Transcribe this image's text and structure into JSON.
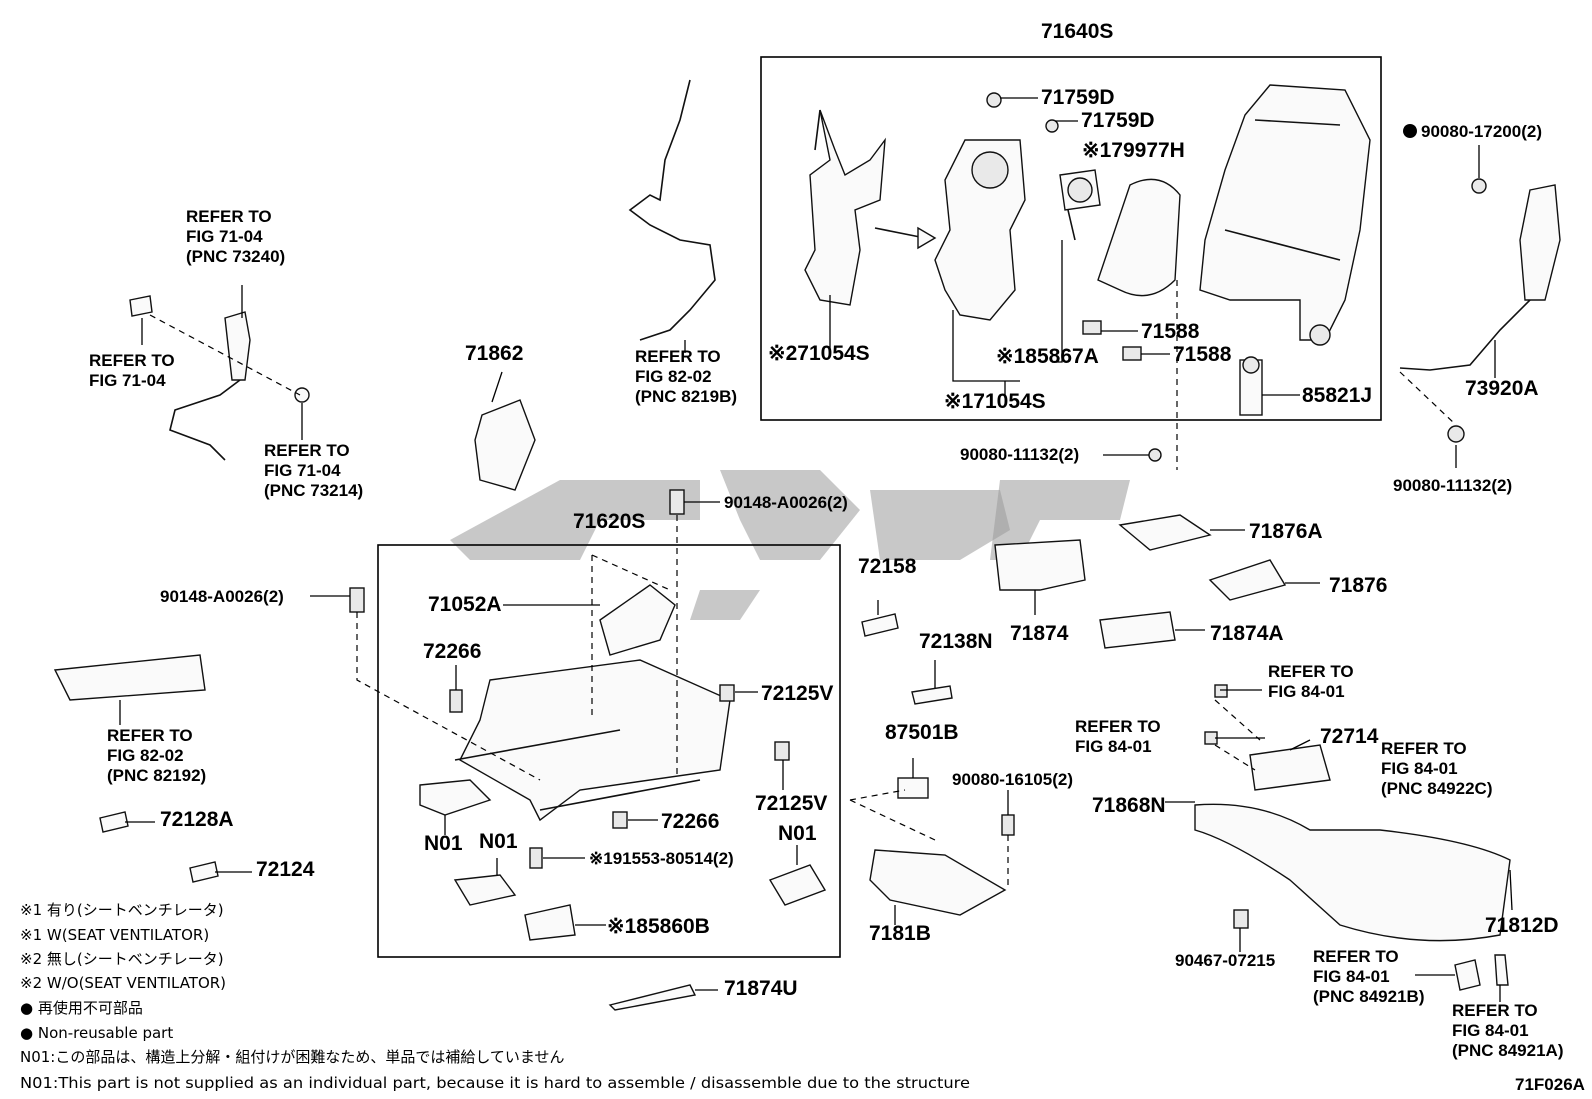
{
  "diagram_code": "71F026A",
  "parts": {
    "p71640S": "71640S",
    "p71759D_a": "71759D",
    "p71759D_b": "71759D",
    "p79977H": "※179977H",
    "p71054S_2": "※271054S",
    "p85867A": "※185867A",
    "p71054S_1": "※171054S",
    "p71588_a": "71588",
    "p71588_b": "71588",
    "p85821J": "85821J",
    "p90080_17200": "90080-17200(2)",
    "p73920A": "73920A",
    "p90080_11132_a": "90080-11132(2)",
    "p90080_11132_b": "90080-11132(2)",
    "p71862": "71862",
    "p71620S": "71620S",
    "p90148_a": "90148-A0026(2)",
    "p90148_b": "90148-A0026(2)",
    "p71052A": "71052A",
    "p72266_a": "72266",
    "p72266_b": "72266",
    "p72125V_a": "72125V",
    "p72125V_b": "72125V",
    "p N01_a": "N01",
    "pN01_a": "N01",
    "pN01_b": "N01",
    "pN01_c": "N01",
    "p91553": "※191553-80514(2)",
    "p85860B": "※185860B",
    "p72158": "72158",
    "p72138N": "72138N",
    "p87501B": "87501B",
    "p90080_16105": "90080-16105(2)",
    "p7181B": "7181B",
    "p71874": "71874",
    "p71874A": "71874A",
    "p71876A": "71876A",
    "p71876": "71876",
    "p72714": "72714",
    "p71868N": "71868N",
    "p71812D": "71812D",
    "p90467": "90467-07215",
    "p72128A": "72128A",
    "p72124": "72124",
    "p71874U": "71874U"
  },
  "refs": {
    "r73240": [
      "REFER TO",
      "FIG 71-04",
      "(PNC 73240)"
    ],
    "r7104": [
      "REFER TO",
      "FIG 71-04"
    ],
    "r73214": [
      "REFER TO",
      "FIG 71-04",
      "(PNC 73214)"
    ],
    "r8219B": [
      "REFER TO",
      "FIG 82-02",
      "(PNC 8219B)"
    ],
    "r82192": [
      "REFER TO",
      "FIG 82-02",
      "(PNC 82192)"
    ],
    "r8401a": [
      "REFER TO",
      "FIG 84-01"
    ],
    "r8401b": [
      "REFER TO",
      "FIG 84-01"
    ],
    "r84922C": [
      "REFER TO",
      "FIG 84-01",
      "(PNC 84922C)"
    ],
    "r84921B": [
      "REFER TO",
      "FIG 84-01",
      "(PNC 84921B)"
    ],
    "r84921A": [
      "REFER TO",
      "FIG 84-01",
      "(PNC 84921A)"
    ]
  },
  "legend": [
    "※1 有り(シートベンチレータ)",
    "※1 W(SEAT VENTILATOR)",
    "※2 無し(シートベンチレータ)",
    "※2 W/O(SEAT VENTILATOR)",
    "● 再使用不可部品",
    "● Non-reusable part",
    "N01:この部品は、構造上分解・組付けが困難なため、単品では補給していません",
    "N01:This part is not supplied as an individual part, because it is hard to assemble / disassemble due to the structure"
  ]
}
